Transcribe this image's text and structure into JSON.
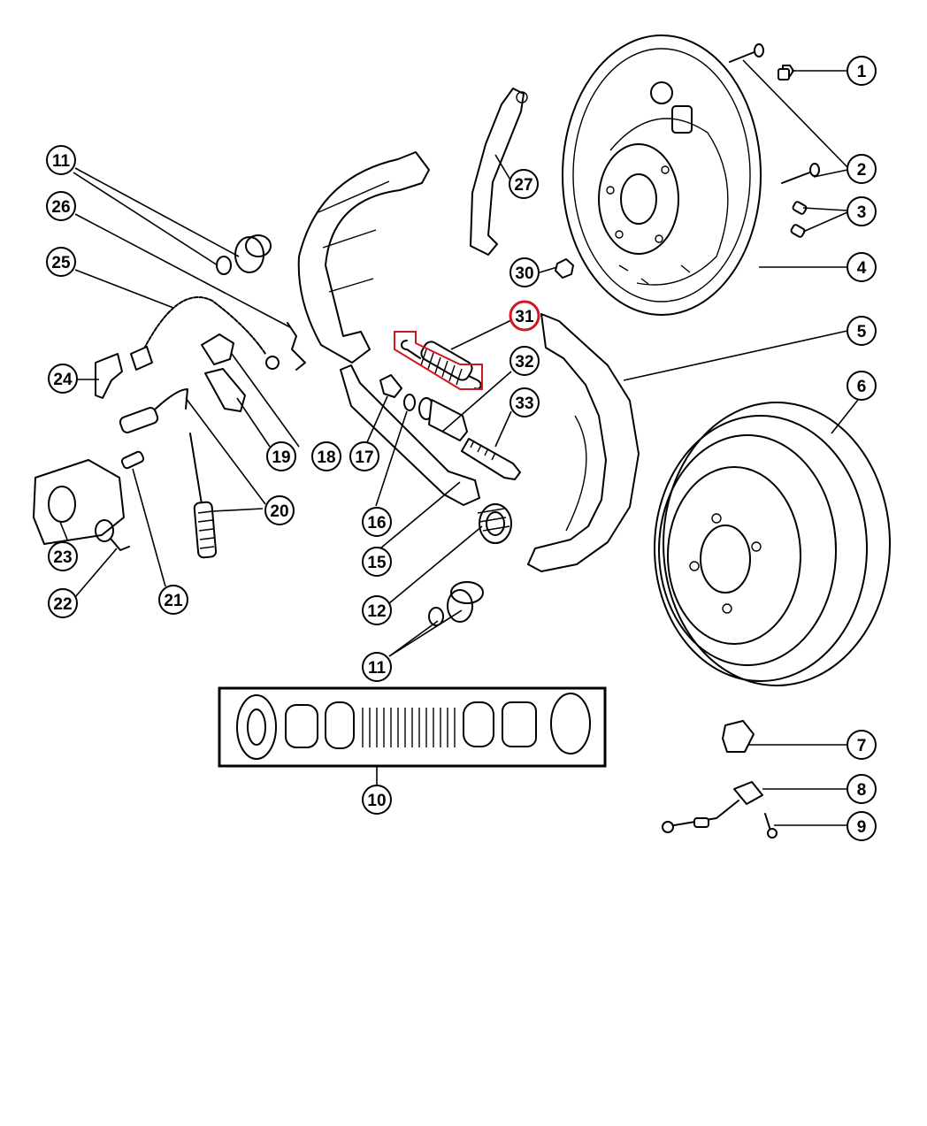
{
  "diagram": {
    "highlight_color": "#d0161e",
    "highlighted_callout": "31",
    "callouts": {
      "c1": "1",
      "c2": "2",
      "c3": "3",
      "c4": "4",
      "c5": "5",
      "c6": "6",
      "c7": "7",
      "c8": "8",
      "c9": "9",
      "c10": "10",
      "c11a": "11",
      "c11b": "11",
      "c12": "12",
      "c15": "15",
      "c16": "16",
      "c17": "17",
      "c18": "18",
      "c19": "19",
      "c20": "20",
      "c21": "21",
      "c22": "22",
      "c23": "23",
      "c24": "24",
      "c25": "25",
      "c26": "26",
      "c27": "27",
      "c30": "30",
      "c31": "31",
      "c32": "32",
      "c33": "33"
    }
  }
}
